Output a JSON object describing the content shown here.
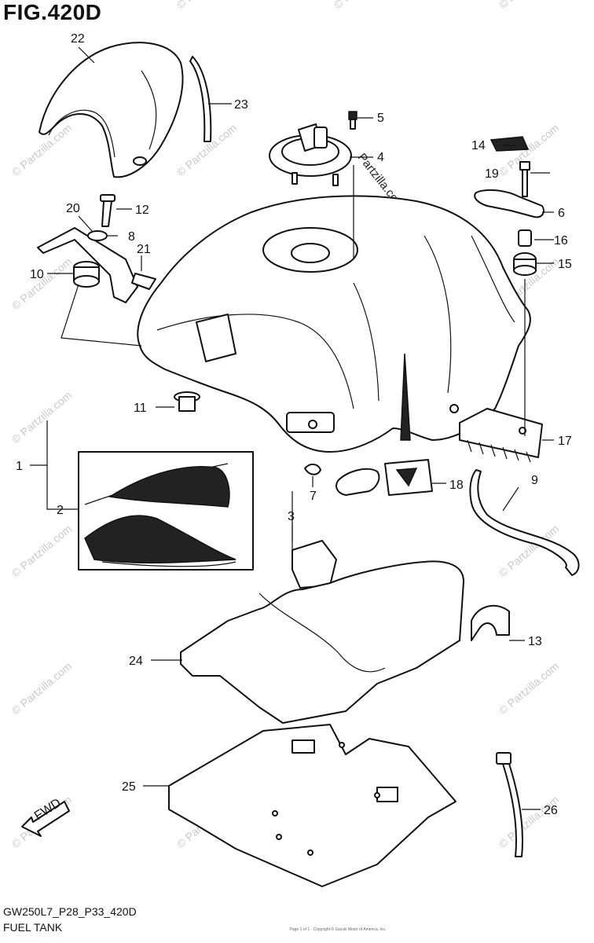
{
  "figure": {
    "title": "FIG.420D",
    "code": "GW250L7_P28_P33_420D",
    "name": "FUEL TANK",
    "fine_print": "Page 1 of 1 · Copyright © Suzuki Motor of America, Inc."
  },
  "watermark": {
    "text": "© Partzilla.com",
    "center_text": "Partzilla.com"
  },
  "fwd_label": "FWD",
  "callouts": [
    {
      "id": "1",
      "label": "1"
    },
    {
      "id": "2",
      "label": "2"
    },
    {
      "id": "3",
      "label": "3"
    },
    {
      "id": "4",
      "label": "4"
    },
    {
      "id": "5",
      "label": "5"
    },
    {
      "id": "6",
      "label": "6"
    },
    {
      "id": "7",
      "label": "7"
    },
    {
      "id": "8",
      "label": "8"
    },
    {
      "id": "9",
      "label": "9"
    },
    {
      "id": "10",
      "label": "10"
    },
    {
      "id": "11",
      "label": "11"
    },
    {
      "id": "12",
      "label": "12"
    },
    {
      "id": "13",
      "label": "13"
    },
    {
      "id": "14",
      "label": "14"
    },
    {
      "id": "15",
      "label": "15"
    },
    {
      "id": "16",
      "label": "16"
    },
    {
      "id": "17",
      "label": "17"
    },
    {
      "id": "18",
      "label": "18"
    },
    {
      "id": "19",
      "label": "19"
    },
    {
      "id": "20",
      "label": "20"
    },
    {
      "id": "21",
      "label": "21"
    },
    {
      "id": "22",
      "label": "22"
    },
    {
      "id": "23",
      "label": "23"
    },
    {
      "id": "24",
      "label": "24"
    },
    {
      "id": "25",
      "label": "25"
    },
    {
      "id": "26",
      "label": "26"
    }
  ]
}
